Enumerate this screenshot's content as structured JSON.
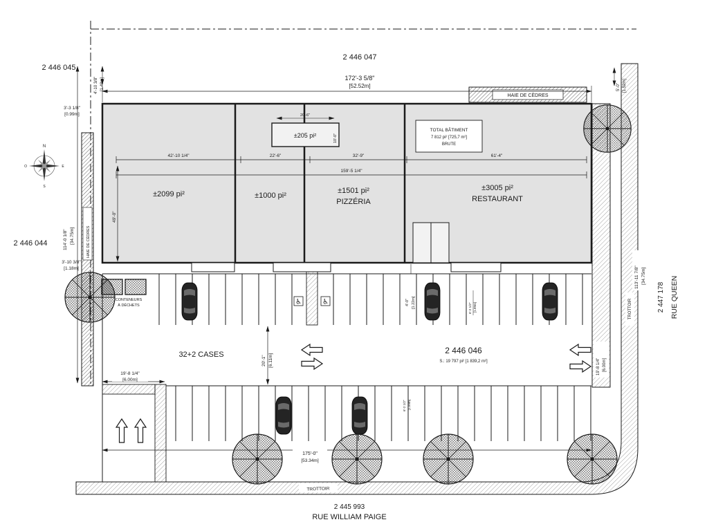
{
  "lots": {
    "top_left": "2 446 045",
    "top": "2 446 047",
    "left": "2 446 044",
    "parking": "2 446 046",
    "parking_area": "S.: 19 797 pi² [1 839,2 m²]",
    "right": "2 447 178",
    "bottom": "2 445 993"
  },
  "streets": {
    "right": "RUE QUEEN",
    "bottom": "RUE WILLIAM PAIGE"
  },
  "building": {
    "unit1_area": "±2099 pi²",
    "unit2_area": "±1000 pi²",
    "unit3_area": "±1501 pi²",
    "unit3_name": "PIZZÉRIA",
    "unit4_area": "±3005 pi²",
    "unit4_name": "RESTAURANT",
    "mezz_area": "±205 pi²",
    "total_line1": "TOTAL BÂTIMENT",
    "total_line2": "7 812 pi² [725,7 m²]",
    "total_line3": "BRUTE"
  },
  "labels": {
    "hedge_top": "HAIE DE CÈDRES",
    "hedge_left": "HAIE DE CÈDRES",
    "waste_line1": "CONTENEURS",
    "waste_line2": "À DÉCHETS",
    "parking_count": "32+2 CASES",
    "sidewalk_right": "TROTTOIR",
    "sidewalk_bottom": "TROTTOIR",
    "compass_n": "N",
    "compass_e": "E",
    "compass_s": "S",
    "compass_o": "O"
  },
  "icons": {
    "handicap": "♿"
  },
  "dims": {
    "front_ft": "172'-3 5/8\"",
    "front_m": "[52.52m]",
    "setback_nw_ft": "4'-10 3/8\"",
    "setback_nw_m": "[1.48m]",
    "setback_ne_ft": "5'-0\"",
    "setback_ne_m": "[1.52m]",
    "offset_w1_ft": "3'-3 1/8\"",
    "offset_w1_m": "[0.99m]",
    "side_w_ft": "114'-0 1/8\"",
    "side_w_m": "[34.75m]",
    "offset_w2_ft": "3'-10 3/8\"",
    "offset_w2_m": "[1.18m]",
    "unit1_w": "42'-10 1/4\"",
    "unit2_w": "22'-6\"",
    "unit3_w": "32'-9\"",
    "unit4_w": "61'-4\"",
    "units_w": "159'-5 1/4\"",
    "depth": "49'-0\"",
    "mezz_w": "20'-6\"",
    "mezz_d": "10'-0\"",
    "walkway_ft": "4'-0\"",
    "walkway_m": "[1.22m]",
    "aisle_ft": "20'-1\"",
    "aisle_m": "[6.11m]",
    "entry_w_ft": "19'-8 1/4\"",
    "entry_w_m": "[6.00m]",
    "entry_e_ft": "19'-8 1/4\"",
    "entry_e_m": "[6.00m]",
    "lot_s_ft": "175'-0\"",
    "lot_s_m": "[53.34m]",
    "side_e_ft": "113'-11 7/8\"",
    "side_e_m": "[34.75m]",
    "small_ft": "6'-2 1/2\"",
    "small_m": "[1.89m]"
  }
}
